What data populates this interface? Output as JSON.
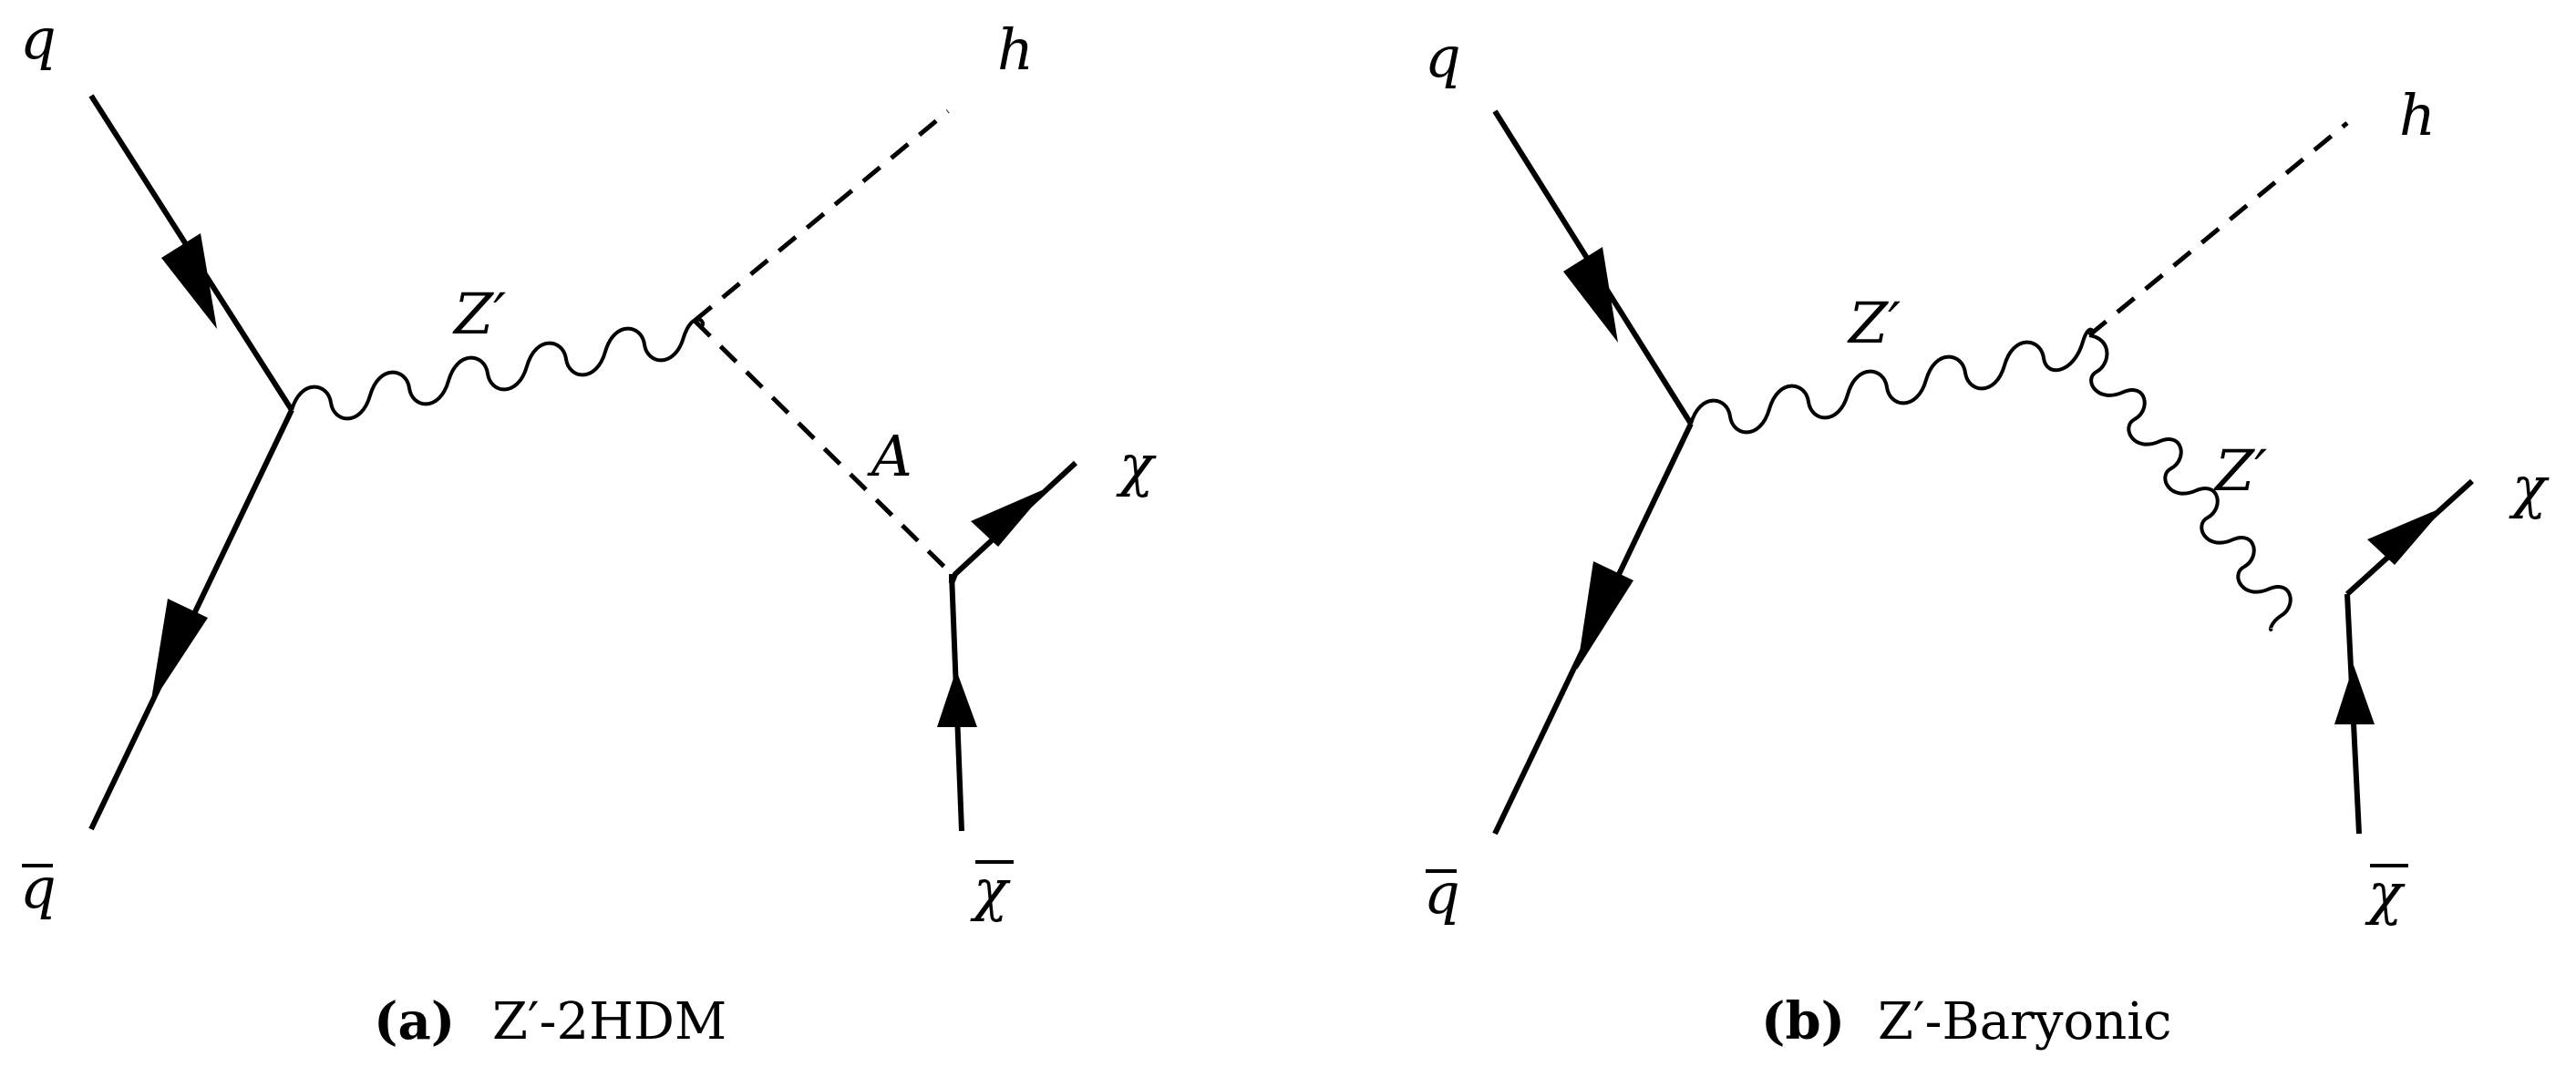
{
  "diagram_a": {
    "labels": {
      "q": "q",
      "qbar": "q",
      "h": "h",
      "zprime": "Z′",
      "a": "A",
      "chi": "χ",
      "chibar": "χ"
    },
    "caption_tag": "(a)",
    "caption_text": "Z′-2HDM"
  },
  "diagram_b": {
    "labels": {
      "q": "q",
      "qbar": "q",
      "h": "h",
      "zprime1": "Z′",
      "zprime2": "Z′",
      "chi": "χ",
      "chibar": "χ"
    },
    "caption_tag": "(b)",
    "caption_text": "Z′-Baryonic"
  }
}
